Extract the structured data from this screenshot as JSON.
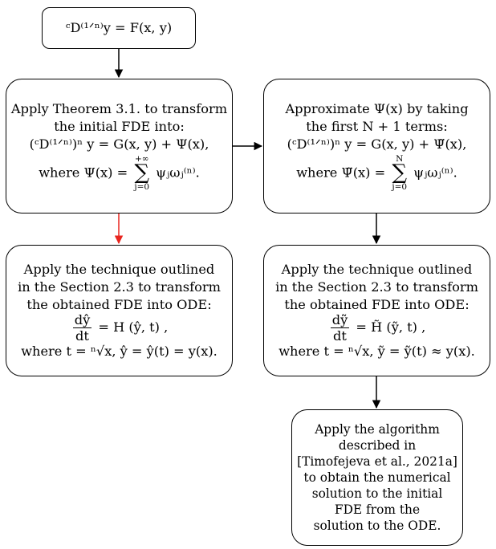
{
  "colors": {
    "arrow_default": "#000000",
    "arrow_highlight": "#e8251f",
    "border": "#000000",
    "background": "#ffffff"
  },
  "nodes": {
    "start": {
      "equation": "ᶜD⁽¹ᐟⁿ⁾y = F(x, y)"
    },
    "theorem": {
      "line1": "Apply Theorem 3.1. to transform",
      "line2": "the initial FDE into:",
      "eq_lhs": "(ᶜD⁽¹ᐟⁿ⁾)ⁿ y = G(x, y) + Ψ(x),",
      "where_prefix": "where Ψ(x) =",
      "sum_upper": "+∞",
      "sum_lower": "j=0",
      "sum_term": "ψⱼωⱼ⁽ⁿ⁾."
    },
    "approx": {
      "line1": "Approximate Ψ(x) by taking",
      "line2": "the first N + 1 terms:",
      "eq_lhs": "(ᶜD⁽¹ᐟⁿ⁾)ⁿ y = G(x, y) + Ψ̃(x),",
      "where_prefix": "where Ψ̃(x) =",
      "sum_upper": "N",
      "sum_lower": "j=0",
      "sum_term": "ψⱼωⱼ⁽ⁿ⁾."
    },
    "technique_left": {
      "line1": "Apply the technique outlined",
      "line2": "in the Section 2.3 to transform",
      "line3": "the obtained FDE into ODE:",
      "frac_num": "dŷ",
      "frac_den": "dt",
      "rhs": "= H (ŷ, t) ,",
      "where": "where t = ⁿ√x, ŷ = ŷ(t) = y(x)."
    },
    "technique_right": {
      "line1": "Apply the technique outlined",
      "line2": "in the Section 2.3 to transform",
      "line3": "the obtained FDE into ODE:",
      "frac_num": "dỹ",
      "frac_den": "dt",
      "rhs": "= H̃ (ỹ, t) ,",
      "where": "where t = ⁿ√x, ỹ = ỹ(t) ≈ y(x)."
    },
    "algorithm": {
      "line1": "Apply the algorithm",
      "line2": "described in",
      "line3": "[Timofejeva et al., 2021a]",
      "line4": "to obtain the numerical",
      "line5": "solution to the initial",
      "line6": "FDE  from the",
      "line7": "solution to the ODE."
    }
  }
}
